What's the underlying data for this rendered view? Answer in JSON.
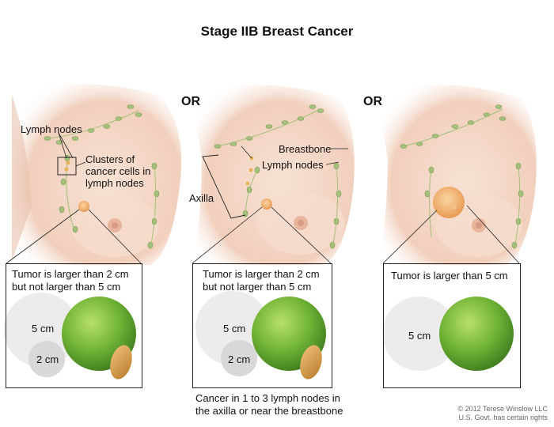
{
  "title": "Stage IIB Breast Cancer",
  "or_label": "OR",
  "panel1": {
    "labels": {
      "lymph_nodes": "Lymph nodes",
      "clusters": "Clusters of\ncancer cells in\nlymph nodes"
    },
    "box_text": "Tumor is larger than 2 cm\nbut not larger than 5 cm",
    "circle_large": "5 cm",
    "circle_small": "2 cm"
  },
  "panel2": {
    "labels": {
      "breastbone": "Breastbone",
      "lymph_nodes": "Lymph nodes",
      "axilla": "Axilla"
    },
    "box_text": "Tumor is larger than 2 cm\nbut not larger than 5 cm",
    "circle_large": "5 cm",
    "circle_small": "2 cm",
    "caption": "Cancer in 1 to 3 lymph nodes in\nthe axilla or near the breastbone"
  },
  "panel3": {
    "box_text": "Tumor is larger than 5 cm",
    "circle_large": "5 cm"
  },
  "copyright": "© 2012 Terese Winslow LLC\nU.S. Govt. has certain rights",
  "colors": {
    "skin": "#f4d6c4",
    "skin_shadow": "#e7b9a3",
    "node": "#a5c07a",
    "lime": "#7bbf3c",
    "peanut": "#d9a352",
    "circle_light": "#ececec",
    "circle_dark": "#d8d8d8",
    "tumor": "#f2b47a"
  }
}
